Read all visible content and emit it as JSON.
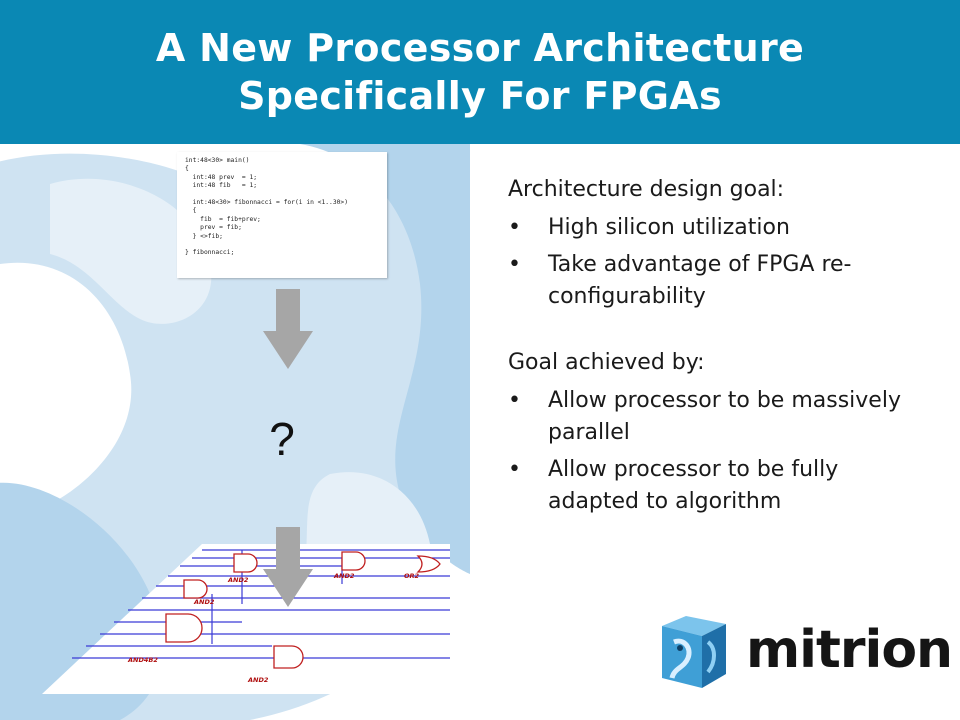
{
  "slide": {
    "title_line1": "A New Processor Architecture",
    "title_line2": "Specifically For FPGAs"
  },
  "colors": {
    "header": "#0a88b4",
    "swirl_light": "#cfe3f2",
    "swirl_mid": "#b3d4ec",
    "arrow": "#a6a6a6",
    "logo_blue": "#3f9fd6"
  },
  "code_snippet": [
    "int:48<30> main()",
    "{",
    "  int:48 prev  = 1;",
    "  int:48 fib   = 1;",
    "",
    "  int:48<30> fibonnacci = for(i in <1..30>)",
    "  {",
    "    fib  = fib+prev;",
    "    prev = fib;",
    "  } <>fib;",
    "",
    "} fibonnacci;"
  ],
  "question_mark": "?",
  "circuit_labels": {
    "gate1": "AND2",
    "gate2": "AND2",
    "gate3": "AND2",
    "gate4": "OR2",
    "gate5": "AND4B2",
    "gate6": "AND2"
  },
  "content": {
    "heading1": "Architecture design goal:",
    "bullets1": [
      "High silicon utilization",
      "Take advantage of FPGA re-configurability"
    ],
    "heading2": "Goal achieved by:",
    "bullets2": [
      "Allow processor to be massively parallel",
      "Allow processor to be fully adapted to algorithm"
    ],
    "bullet_char": "•"
  },
  "logo": {
    "text": "mitrion",
    "icon": "mitrion-cube-logo-icon"
  }
}
